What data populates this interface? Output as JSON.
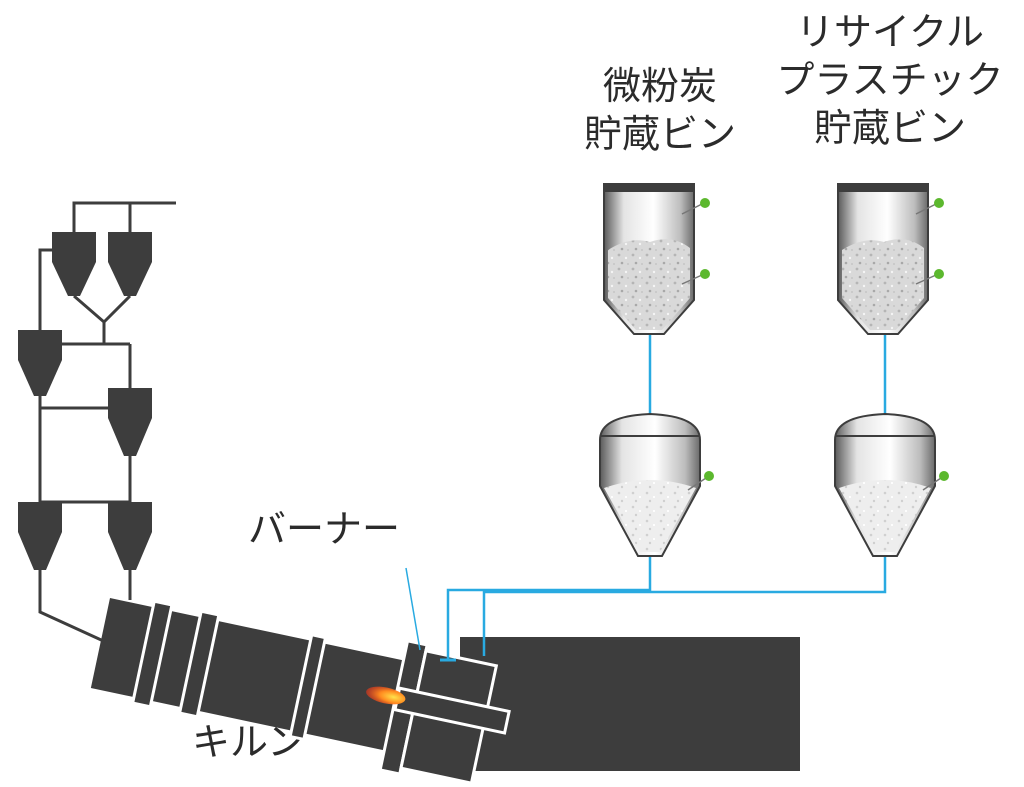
{
  "labels": {
    "coal_bin": [
      "微粉炭",
      "貯蔵ビン"
    ],
    "plastic_bin": [
      "リサイクル",
      "プラスチック",
      "貯蔵ビン"
    ],
    "burner": "バーナー",
    "kiln": "キルン"
  },
  "colors": {
    "equipment": "#3d3d3d",
    "pipe": "#29aae1",
    "flame": "#ff5a1f",
    "sensor": "#5cb82e",
    "text": "#2b2b2b"
  }
}
